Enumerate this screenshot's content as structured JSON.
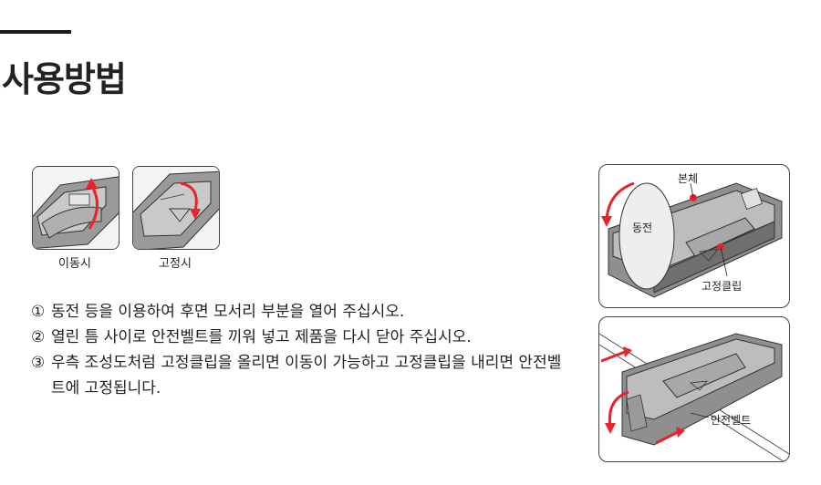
{
  "title": "사용방법",
  "thumbnails": [
    {
      "label": "이동시"
    },
    {
      "label": "고정시"
    }
  ],
  "steps": [
    {
      "num": "①",
      "text": "동전 등을 이용하여 후면 모서리 부분을 열어 주십시오."
    },
    {
      "num": "②",
      "text": "열린 틈 사이로 안전벨트를 끼워 넣고 제품을 다시 닫아 주십시오."
    },
    {
      "num": "③",
      "text": "우측 조성도처럼 고정클립을 올리면 이동이 가능하고 고정클립을 내리면 안전벨트에 고정됩니다."
    }
  ],
  "diagram_top": {
    "body_label": "본체",
    "coin_label": "동전",
    "clip_label": "고정클립"
  },
  "diagram_bottom": {
    "belt_label": "안전벨트"
  },
  "colors": {
    "accent_red": "#e8232e",
    "device_gray": "#8f8f8f",
    "outline": "#444444"
  }
}
